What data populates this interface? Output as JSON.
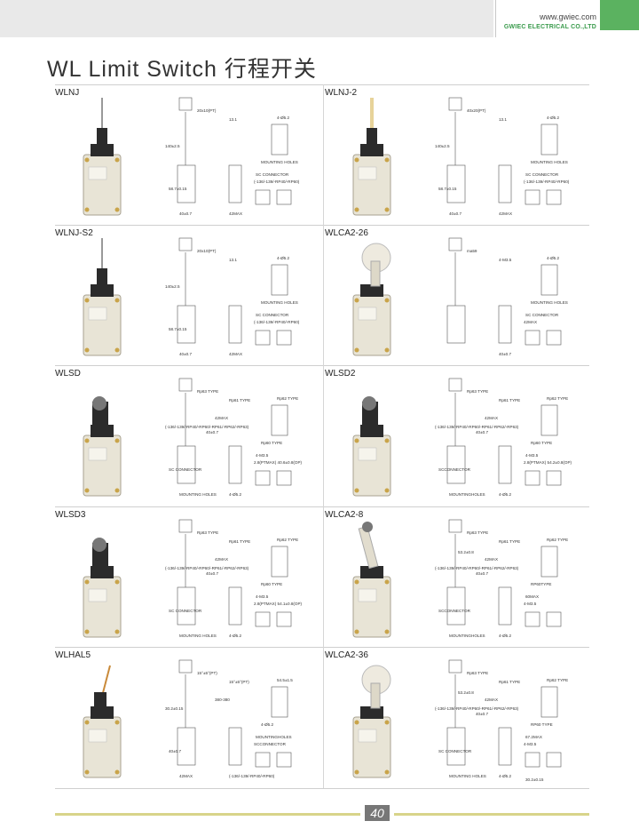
{
  "header": {
    "website": "www.gwiec.com",
    "company": "GWIEC ELECTRICAL CO.,LTD"
  },
  "page_title": "WL Limit Switch 行程开关",
  "models": [
    {
      "name": "WLNJ",
      "labels": [
        "20x10(PT)",
        "13.1",
        "4-Ø5.2",
        "MOUNTING HOLES",
        "SC CONNECTOR",
        "(-136/-139/-RP40/-RP60)",
        "42MAX",
        "40±0.7",
        "58.7±0.15",
        "140±2.5"
      ]
    },
    {
      "name": "WLNJ-2",
      "labels": [
        "40x20(PT)",
        "13.1",
        "4-Ø5.2",
        "MOUNTING HOLES",
        "SC CONNECTOR",
        "(-136/-139/-RP40/-RP60)",
        "42MAX",
        "40±0.7",
        "58.7±0.15",
        "140±2.5"
      ]
    },
    {
      "name": "WLNJ-S2",
      "labels": [
        "20x10(PT)",
        "13.1",
        "4-Ø5.2",
        "MOUNTING HOLES",
        "SC CONNECTOR",
        "(-136/-139/-RP40/-RP60)",
        "42MAX",
        "40±0.7",
        "58.7±0.15",
        "140±2.5"
      ]
    },
    {
      "name": "WLCA2-26",
      "labels": [
        "ma59",
        "4-M3.5",
        "4-Ø5.2",
        "MOUNTING HOLES",
        "SC CONNECTOR",
        "42MAX",
        "40±0.7"
      ]
    },
    {
      "name": "WLSD",
      "labels": [
        "Rp63 TYPE",
        "Rp61 TYPE",
        "Rp62 TYPE",
        "Rp60 TYPE",
        "4-M3.5",
        "2.8(PTMAX) 40.6±0.8(OP)",
        "4-Ø5.2",
        "MOUNTING HOLES",
        "SC CONNECTOR",
        "(-136/-139/-RP40/-RP60/-RP61/-RP62/-RP63)",
        "42MAX",
        "40±0.7"
      ]
    },
    {
      "name": "WLSD2",
      "labels": [
        "Rp63 TYPE",
        "Rp61 TYPE",
        "Rp62 TYPE",
        "Rp60 TYPE",
        "4-M3.5",
        "2.8(PTMAX) 54.2±0.8(OP)",
        "4-Ø5.2",
        "MOUNTINGHOLES",
        "SCCONNECTOR",
        "(-136/-139/-RP40/-RP60/-RP61/-RP62/-RP63)",
        "42MAX",
        "40±0.7"
      ]
    },
    {
      "name": "WLSD3",
      "labels": [
        "Rp63 TYPE",
        "Rp61 TYPE",
        "Rp62 TYPE",
        "Rp60 TYPE",
        "4-M3.5",
        "2.8(PTMAX) 54.1±0.8(OP)",
        "4-Ø5.2",
        "MOUNTING HOLES",
        "SC CONNECTOR",
        "(-136/-139/-RP40/-RP60/-RP61/-RP62/-RP63)",
        "42MAX",
        "40±0.7"
      ]
    },
    {
      "name": "WLCA2-8",
      "labels": [
        "Rp63 TYPE",
        "Rp61 TYPE",
        "Rp62 TYPE",
        "RP60TYPE",
        "60MAX",
        "4-M3.5",
        "4-Ø5.2",
        "MOUNTINGHOLES",
        "SCCONNECTOR",
        "(-136/-139/-RP40/-RP60/-RP61/-RP62/-RP63)",
        "42MAX",
        "40±0.7",
        "53.2±0.8"
      ]
    },
    {
      "name": "WLHAL5",
      "labels": [
        "15°±5°(PT)",
        "15°±5°(PT)",
        "54.5±1.5",
        "4-Ø5.2",
        "MOUNTINGHOLES",
        "SCCONNECTOR",
        "(-136/-139/-RP40/-RP60)",
        "42MAX",
        "40±0.7",
        "30.2±0.15",
        "380-380"
      ]
    },
    {
      "name": "WLCA2-36",
      "labels": [
        "Rp63 TYPE",
        "Rp61 TYPE",
        "Rp62 TYPE",
        "RP60 TYPE",
        "67.2MAX",
        "4-M3.5",
        "4-Ø5.2",
        "MOUNTING HOLES",
        "SC CONNECTOR",
        "(-136/-139/-RP40/-RP60/-RP61/-RP62/-RP63)",
        "42MAX",
        "40±0.7",
        "53.2±0.8",
        "30.2±0.15"
      ]
    }
  ],
  "page_number": "40"
}
